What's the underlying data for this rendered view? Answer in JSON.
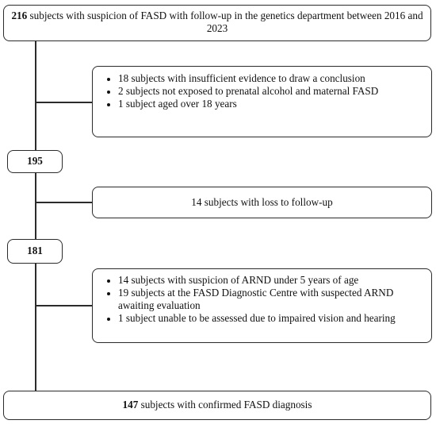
{
  "start": {
    "count": "216",
    "text": " subjects with suspicion of FASD with follow-up in the genetics department between 2016 and 2023"
  },
  "exclusion1": {
    "items": [
      "18 subjects with insufficient evidence to draw a conclusion",
      "2 subjects not exposed to prenatal alcohol and maternal FASD",
      "1 subject aged over 18 years"
    ]
  },
  "count1": "195",
  "exclusion2": {
    "text": "14 subjects with loss to follow-up"
  },
  "count2": "181",
  "exclusion3": {
    "items": [
      "14 subjects with suspicion of ARND under 5 years of age",
      "19 subjects at the FASD Diagnostic Centre with suspected ARND awaiting evaluation",
      "1 subject unable to be assessed due to impaired vision and hearing"
    ]
  },
  "final": {
    "count": "147",
    "text": " subjects with confirmed FASD diagnosis"
  }
}
